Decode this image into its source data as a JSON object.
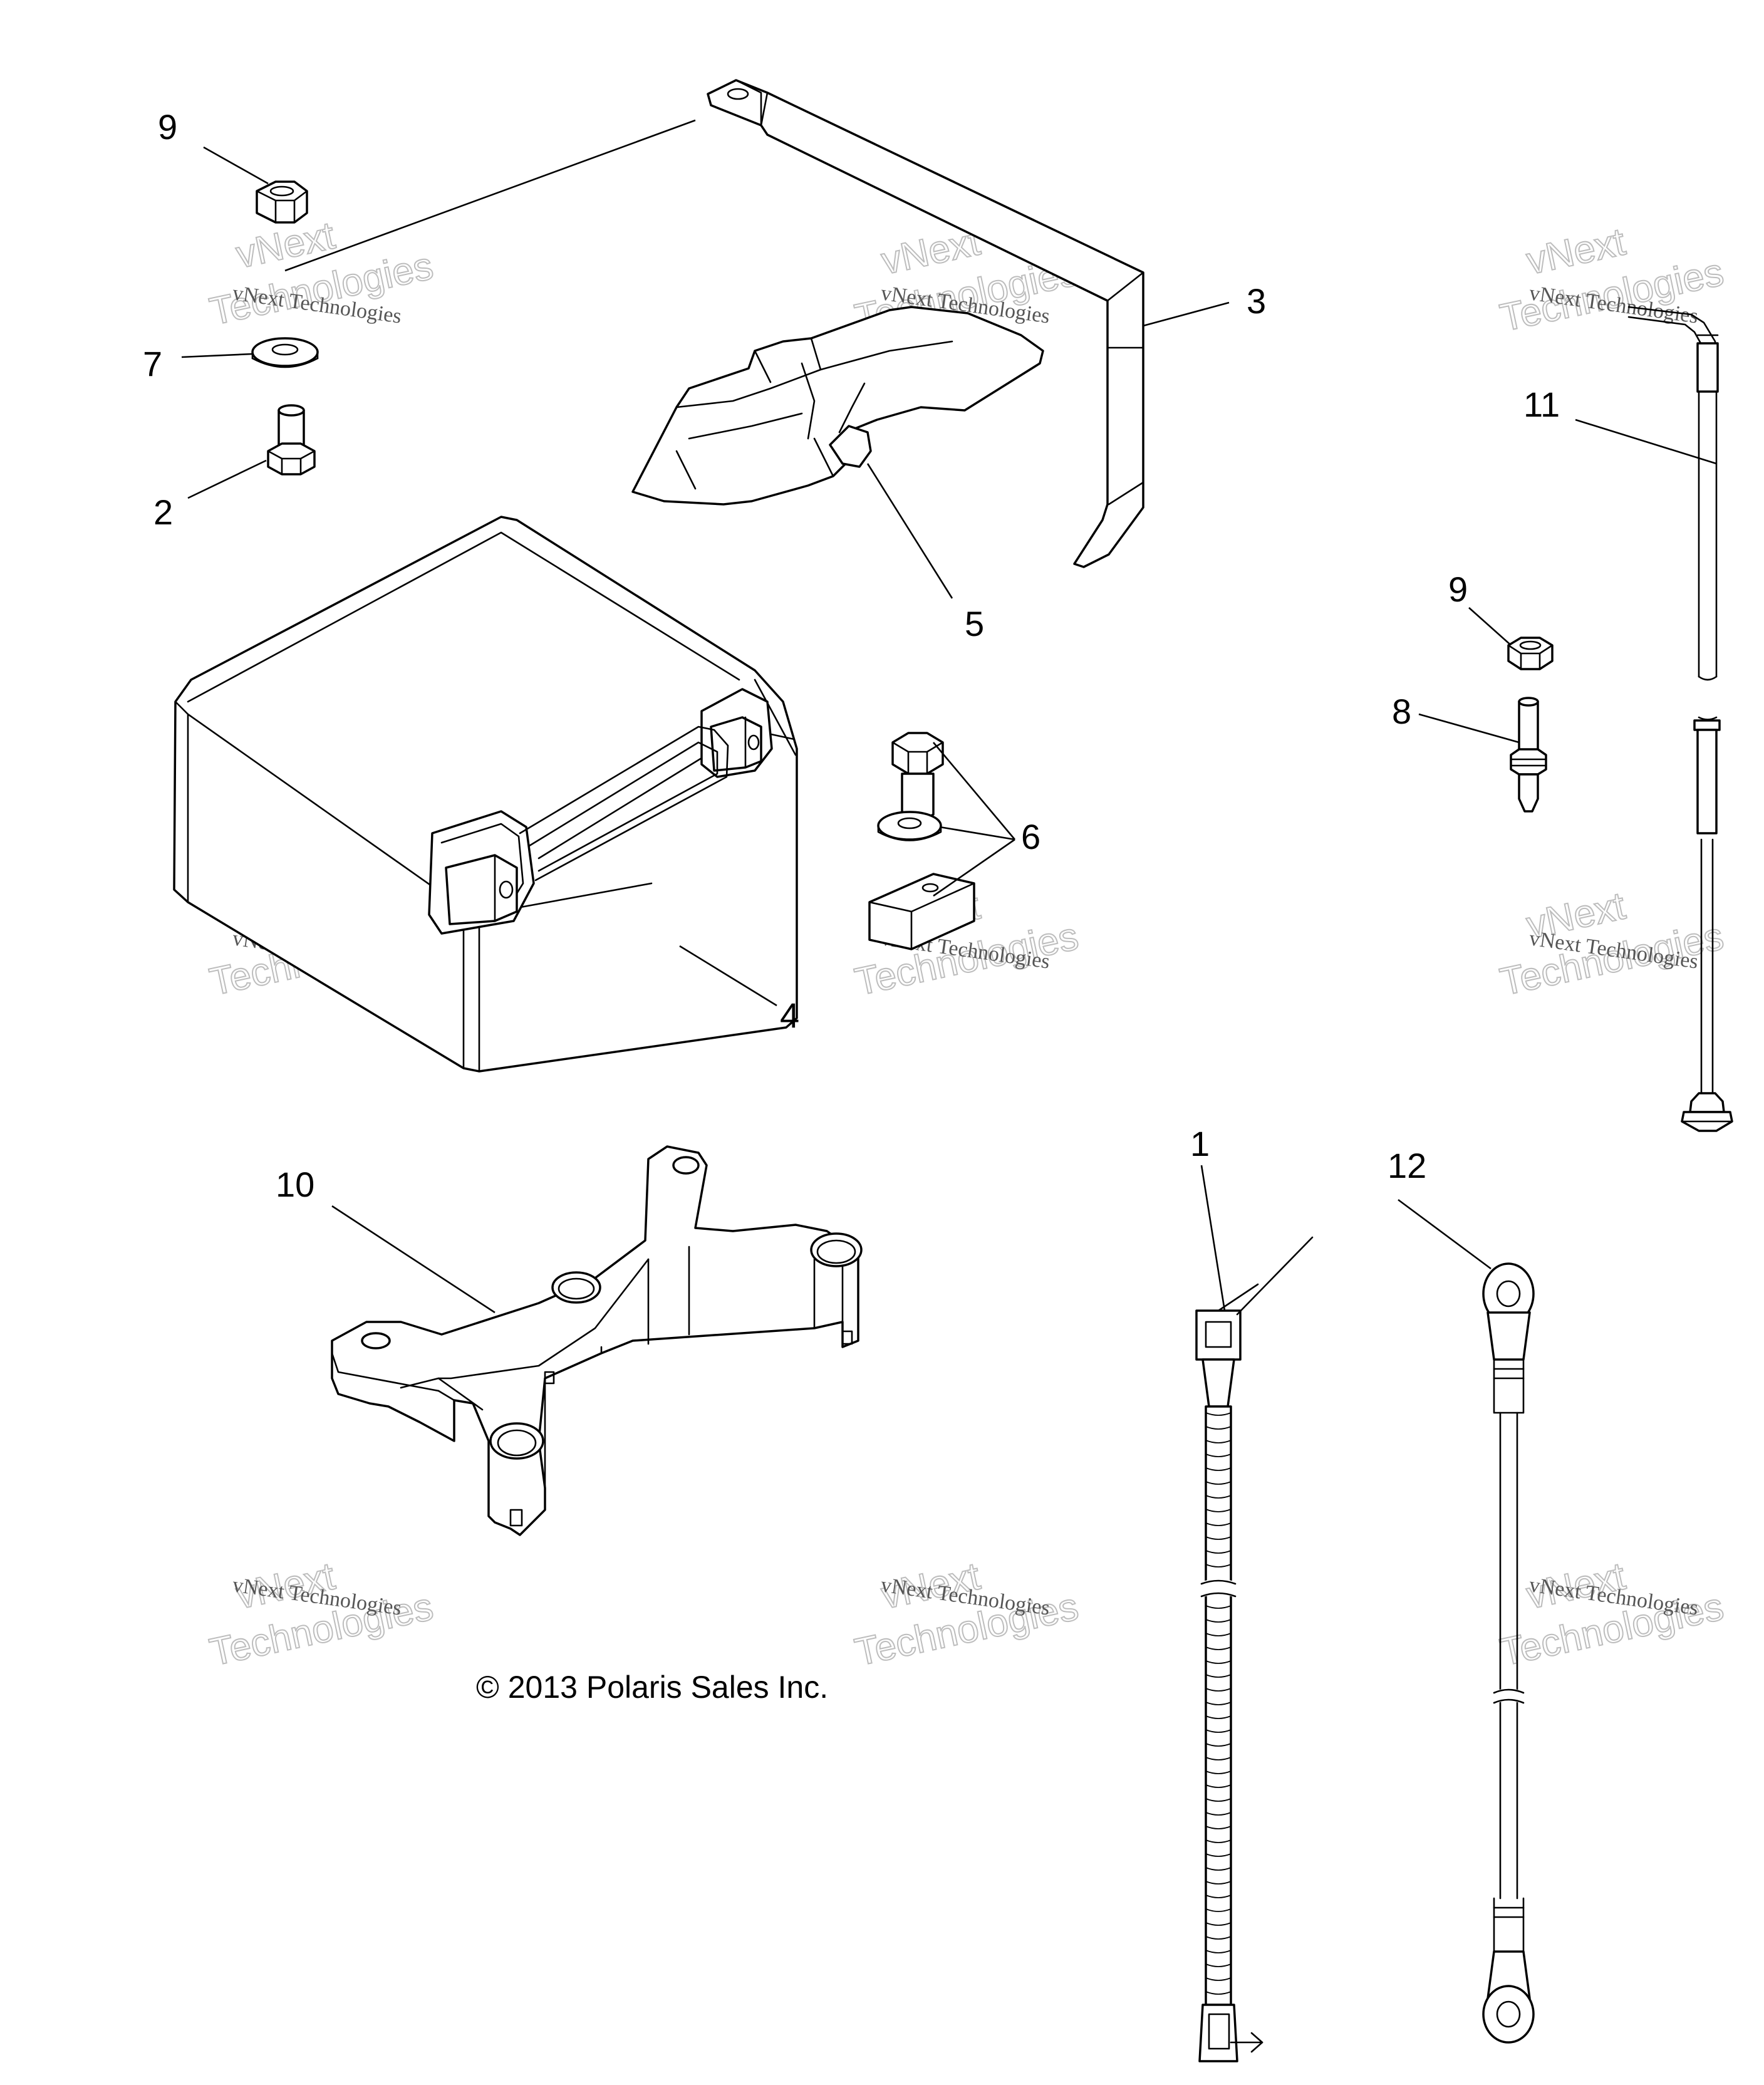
{
  "callouts": {
    "c1": "1",
    "c2": "2",
    "c3": "3",
    "c4": "4",
    "c5": "5",
    "c6": "6",
    "c7": "7",
    "c8": "8",
    "c9a": "9",
    "c9b": "9",
    "c10": "10",
    "c11": "11",
    "c12": "12"
  },
  "copyright": "© 2013 Polaris Sales Inc.",
  "watermark": {
    "line1": "vNext Technologies",
    "line2": "vNext",
    "line3": "Technologies"
  }
}
